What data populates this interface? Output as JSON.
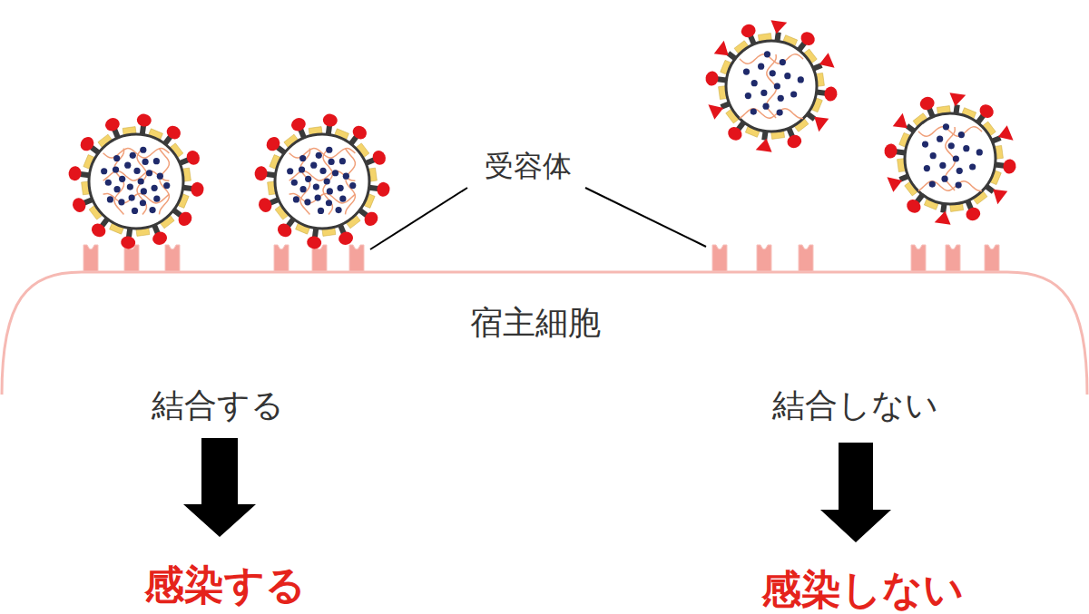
{
  "diagram": {
    "labels": [
      "受容体",
      "宿主細胞",
      "結合する",
      "結合しない",
      "感染する",
      "感染しない"
    ]
  }
}
